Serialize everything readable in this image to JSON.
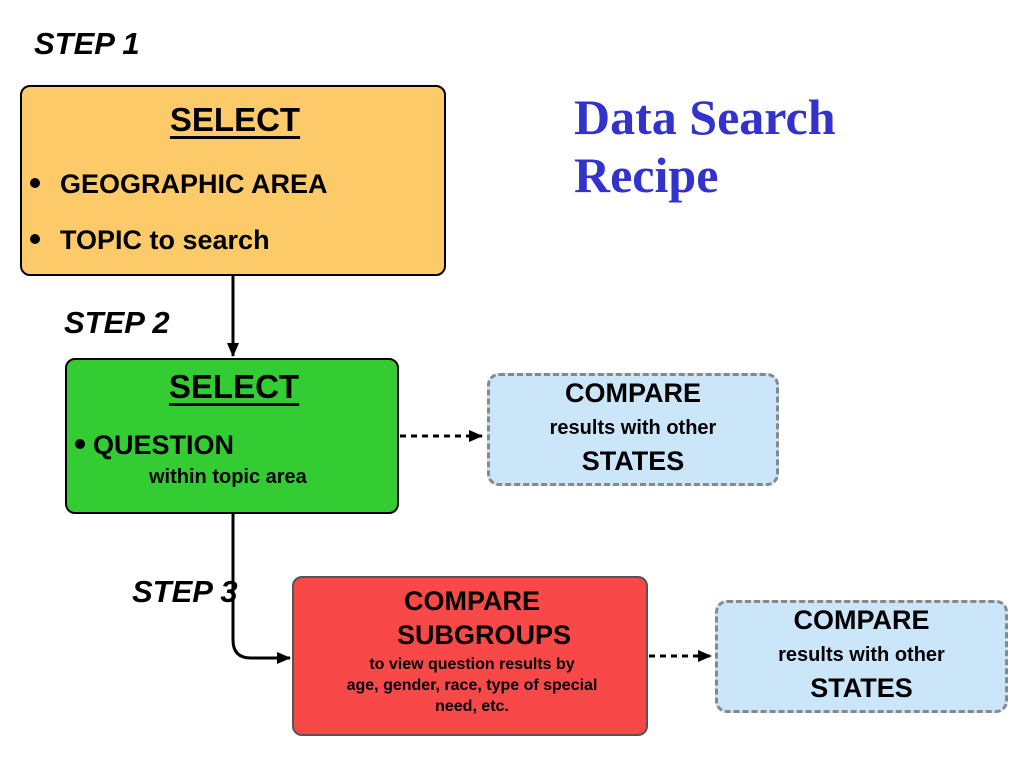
{
  "title": {
    "line1": "Data Search",
    "line2": "Recipe"
  },
  "steps": {
    "step1": "STEP 1",
    "step2": "STEP 2",
    "step3": "STEP 3"
  },
  "step1_box": {
    "heading": "SELECT",
    "bullets": [
      "GEOGRAPHIC AREA",
      "TOPIC to search"
    ]
  },
  "step2_box": {
    "heading": "SELECT",
    "bullet": "QUESTION",
    "sub": "within topic area"
  },
  "step3_box": {
    "line1": "COMPARE",
    "line2": "SUBGROUPS",
    "detail1": "to view question results by",
    "detail2": "age, gender, race, type of special",
    "detail3": "need, etc."
  },
  "compare_states_1": {
    "line1": "COMPARE",
    "line2": "results with other",
    "line3": "STATES"
  },
  "compare_states_2": {
    "line1": "COMPARE",
    "line2": "results with other",
    "line3": "STATES"
  },
  "colors": {
    "step1_fill": "#fdca69",
    "step2_fill": "#33cc33",
    "step3_fill": "#f84848",
    "compare_fill": "#cce6f9",
    "title_color": "#3333cc"
  }
}
